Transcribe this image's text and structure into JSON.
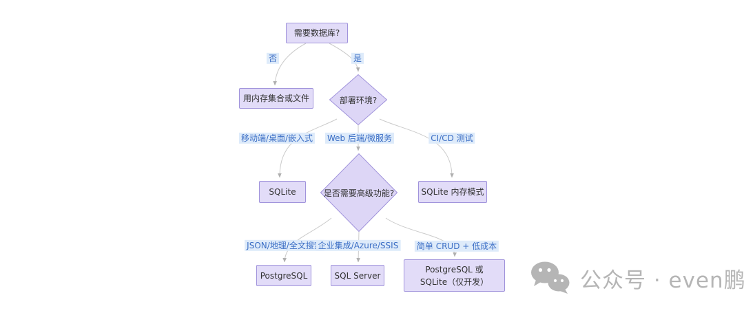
{
  "diagram": {
    "nodes": {
      "need_db": {
        "label": "需要数据库?"
      },
      "memory_file": {
        "label": "用内存集合或文件"
      },
      "deploy_env": {
        "label": "部署环境?"
      },
      "sqlite": {
        "label": "SQLite"
      },
      "advanced_features": {
        "label": "是否需要高级功能?"
      },
      "sqlite_memory": {
        "label": "SQLite 内存模式"
      },
      "postgresql": {
        "label": "PostgreSQL"
      },
      "sql_server": {
        "label": "SQL Server"
      },
      "pg_or_sqlite": {
        "label": "PostgreSQL 或 SQLite（仅开发）"
      }
    },
    "edge_labels": {
      "no": "否",
      "yes": "是",
      "mobile_desktop_embedded": "移动端/桌面/嵌入式",
      "web_backend_microservice": "Web 后端/微服务",
      "cicd_test": "CI/CD 测试",
      "json_geo_fulltext": "JSON/地理/全文搜索",
      "enterprise_azure_ssis": "企业集成/Azure/SSIS",
      "simple_crud_lowcost": "简单 CRUD + 低成本"
    },
    "colors": {
      "node_fill": "#E2DCF8",
      "node_border": "#A093DB",
      "node_text": "#333333",
      "edge_label_text": "#3B6EC5",
      "edge_label_bg": "#DEEBFA",
      "edge_line": "#CBCBCB",
      "arrowhead": "#AFAFAF"
    }
  },
  "watermark": {
    "icon": "wechat-icon",
    "text": "公众号 · even鹏",
    "color": "#B5B5B5"
  }
}
